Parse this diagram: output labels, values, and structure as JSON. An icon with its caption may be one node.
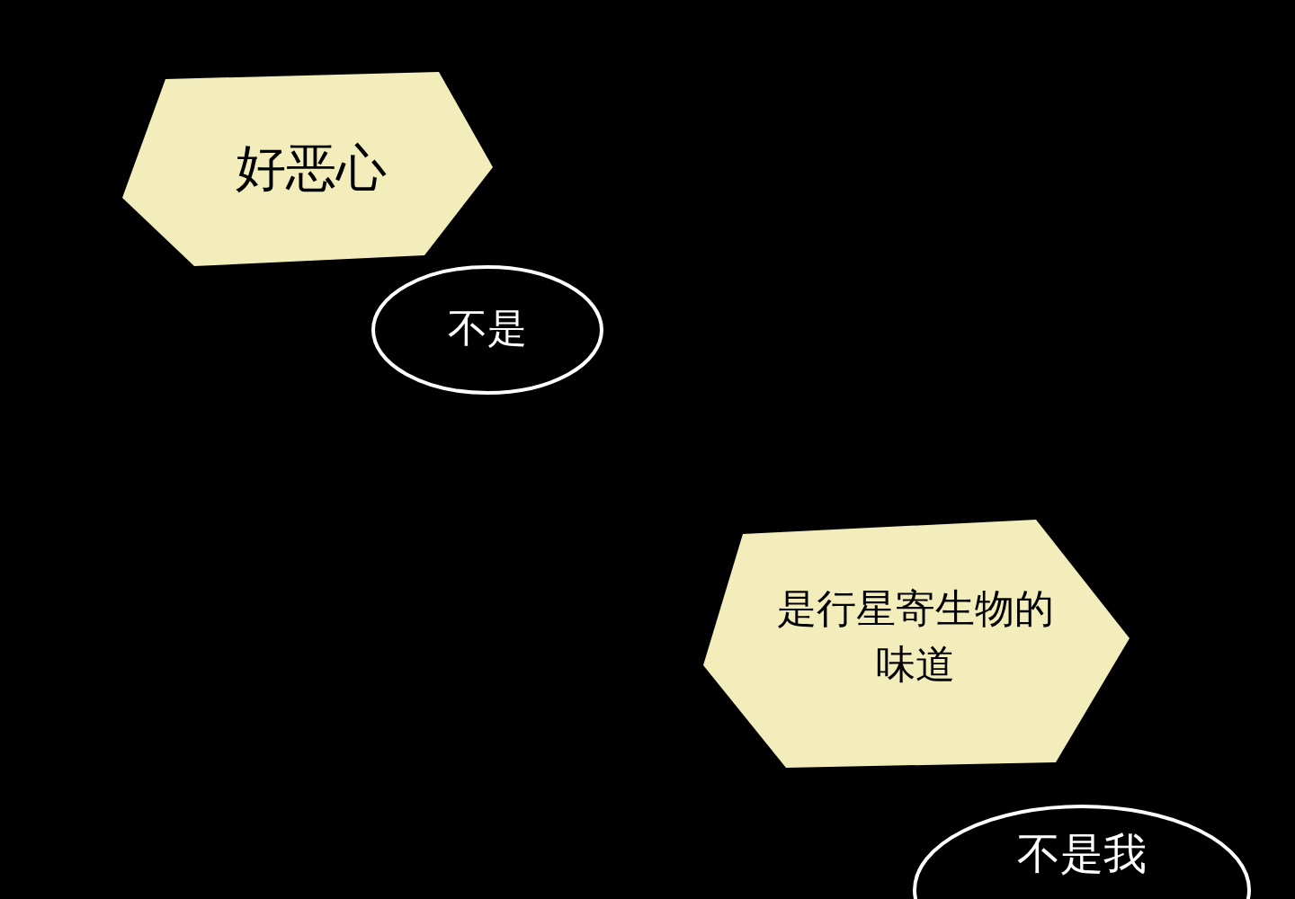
{
  "diagram": {
    "nodes": [
      {
        "text": [
          "好恶心"
        ]
      },
      {
        "text": [
          "不是"
        ]
      },
      {
        "text": [
          "是行星寄生物的味道"
        ]
      },
      {
        "text": [
          "不是我"
        ]
      }
    ]
  }
}
